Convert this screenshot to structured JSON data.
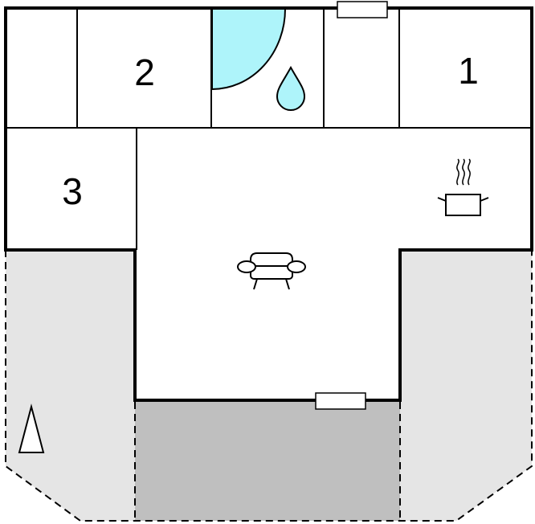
{
  "floorplan": {
    "rooms": [
      {
        "id": "bedroom-1",
        "label": "1"
      },
      {
        "id": "bedroom-2",
        "label": "2"
      },
      {
        "id": "bedroom-3",
        "label": "3"
      }
    ],
    "icons": [
      {
        "name": "water-drop-icon",
        "room": "bathroom"
      },
      {
        "name": "cooking-pot-icon",
        "room": "kitchen"
      },
      {
        "name": "sofa-icon",
        "room": "living-room"
      },
      {
        "name": "north-arrow-icon",
        "room": "outdoor"
      }
    ],
    "colors": {
      "wall": "#000000",
      "water": "#aef4fa",
      "outdoor_area": "#e5e5e5",
      "terrace": "#bfbfbf",
      "background": "#ffffff"
    }
  }
}
